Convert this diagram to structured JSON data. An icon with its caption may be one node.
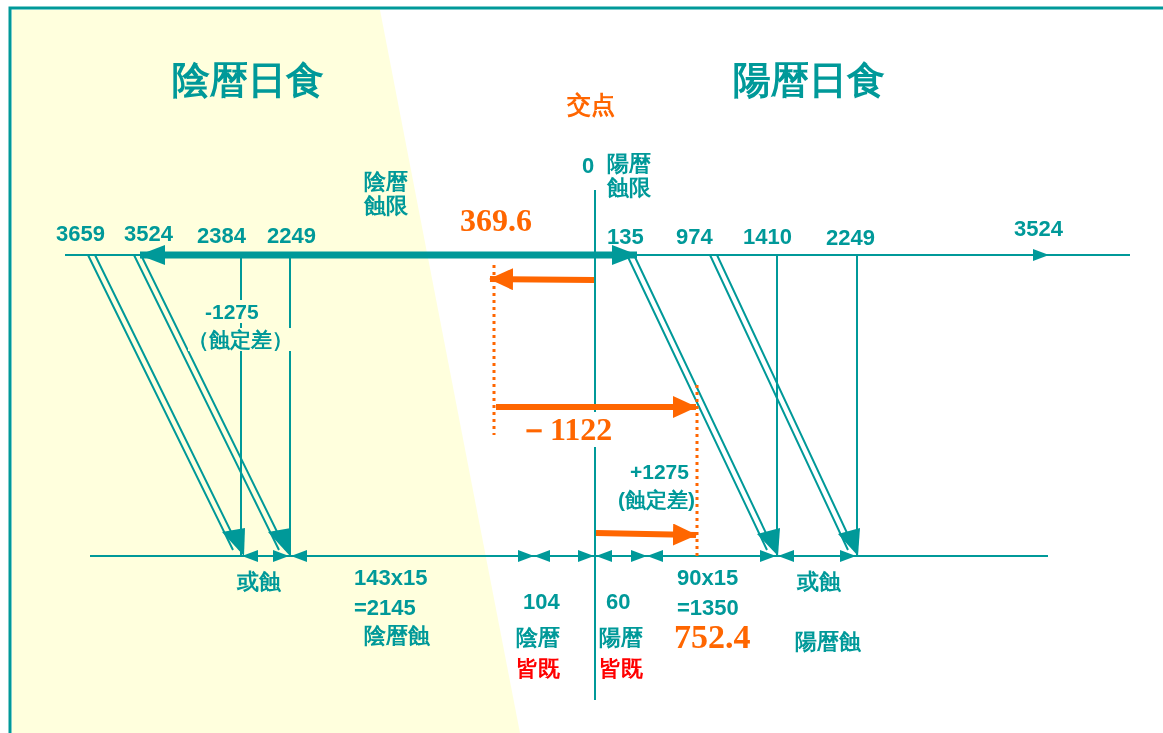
{
  "diagram": {
    "labels": [
      "陰暦日食",
      "陽暦日食",
      "交点",
      "陰暦蝕限",
      "0",
      "陽暦蝕限",
      "3659",
      "3524",
      "2384",
      "2249",
      "369.6",
      "135",
      "974",
      "1410",
      "2249",
      "3524",
      "-1275",
      "（蝕定差）",
      "－1122",
      "+1275",
      "(蝕定差)",
      "或蝕",
      "143x15",
      "=2145",
      "陰暦蝕",
      "104",
      "60",
      "90x15",
      "=1350",
      "或蝕",
      "陰暦",
      "皆既",
      "陽暦",
      "皆既",
      "752.4",
      "陽暦蝕"
    ]
  }
}
